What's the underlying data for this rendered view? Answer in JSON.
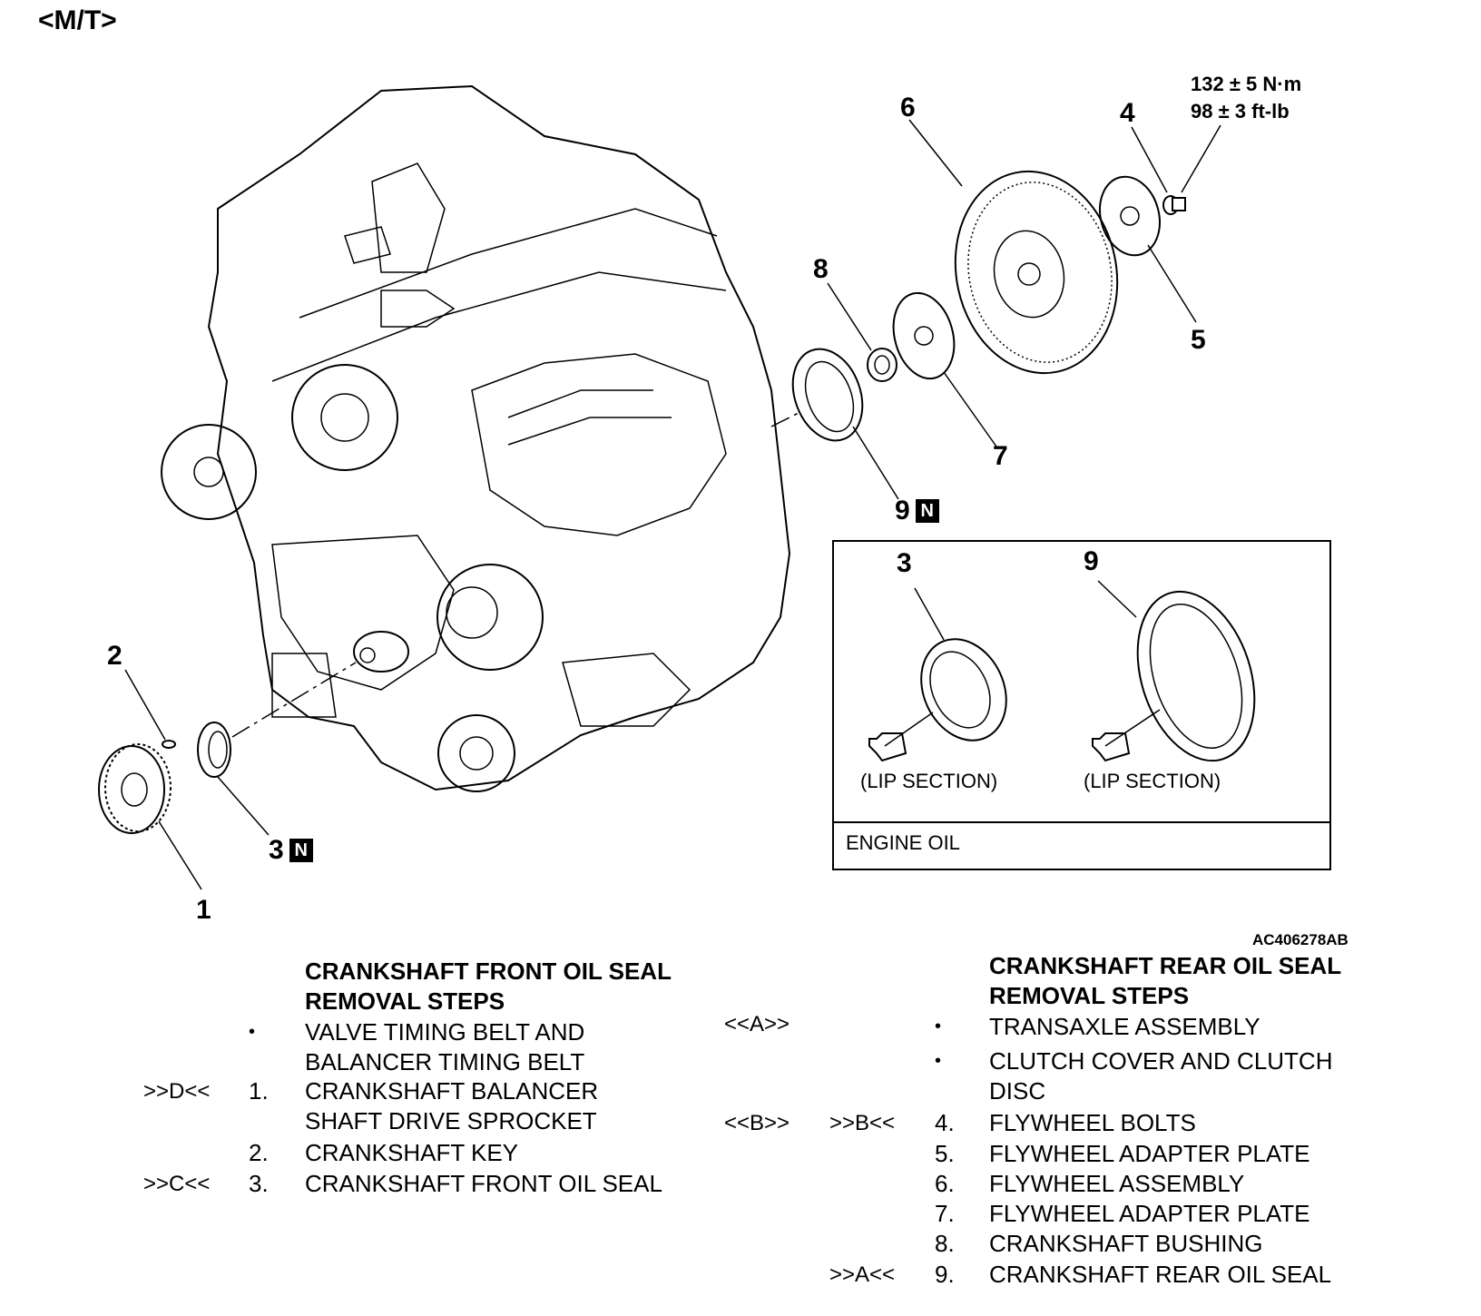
{
  "title": "<M/T>",
  "figure_id": "AC406278AB",
  "torque": {
    "nm": "132 ± 5 N·m",
    "ftlb": "98 ± 3 ft-lb"
  },
  "callouts": {
    "c1": "1",
    "c2": "2",
    "c3": "3",
    "c4": "4",
    "c5": "5",
    "c6": "6",
    "c7": "7",
    "c8": "8",
    "c9": "9",
    "badge": "N"
  },
  "inset": {
    "left_num": "3",
    "right_num": "9",
    "left_label": "(LIP SECTION)",
    "right_label": "(LIP SECTION)",
    "footer": "ENGINE OIL"
  },
  "front_steps": {
    "heading_line1": "CRANKSHAFT FRONT OIL SEAL",
    "heading_line2": "REMOVAL STEPS",
    "rows": [
      {
        "marker": "",
        "num": "•",
        "text1": "VALVE TIMING BELT AND",
        "text2": "BALANCER TIMING BELT"
      },
      {
        "marker": ">>D<<",
        "num": "1.",
        "text1": "CRANKSHAFT BALANCER",
        "text2": "SHAFT DRIVE SPROCKET"
      },
      {
        "marker": "",
        "num": "2.",
        "text1": "CRANKSHAFT KEY",
        "text2": ""
      },
      {
        "marker": ">>C<<",
        "num": "3.",
        "text1": "CRANKSHAFT FRONT OIL SEAL",
        "text2": ""
      }
    ]
  },
  "rear_steps": {
    "heading_line1": "CRANKSHAFT REAR OIL SEAL",
    "heading_line2": "REMOVAL STEPS",
    "rows": [
      {
        "rem": "<<A>>",
        "inst": "",
        "num": "•",
        "text1": "TRANSAXLE ASSEMBLY",
        "text2": ""
      },
      {
        "rem": "",
        "inst": "",
        "num": "•",
        "text1": "CLUTCH COVER AND CLUTCH",
        "text2": "DISC"
      },
      {
        "rem": "<<B>>",
        "inst": ">>B<<",
        "num": "4.",
        "text1": "FLYWHEEL BOLTS",
        "text2": ""
      },
      {
        "rem": "",
        "inst": "",
        "num": "5.",
        "text1": "FLYWHEEL ADAPTER PLATE",
        "text2": ""
      },
      {
        "rem": "",
        "inst": "",
        "num": "6.",
        "text1": "FLYWHEEL ASSEMBLY",
        "text2": ""
      },
      {
        "rem": "",
        "inst": "",
        "num": "7.",
        "text1": "FLYWHEEL ADAPTER PLATE",
        "text2": ""
      },
      {
        "rem": "",
        "inst": "",
        "num": "8.",
        "text1": "CRANKSHAFT BUSHING",
        "text2": ""
      },
      {
        "rem": "",
        "inst": ">>A<<",
        "num": "9.",
        "text1": "CRANKSHAFT REAR OIL SEAL",
        "text2": ""
      }
    ]
  }
}
